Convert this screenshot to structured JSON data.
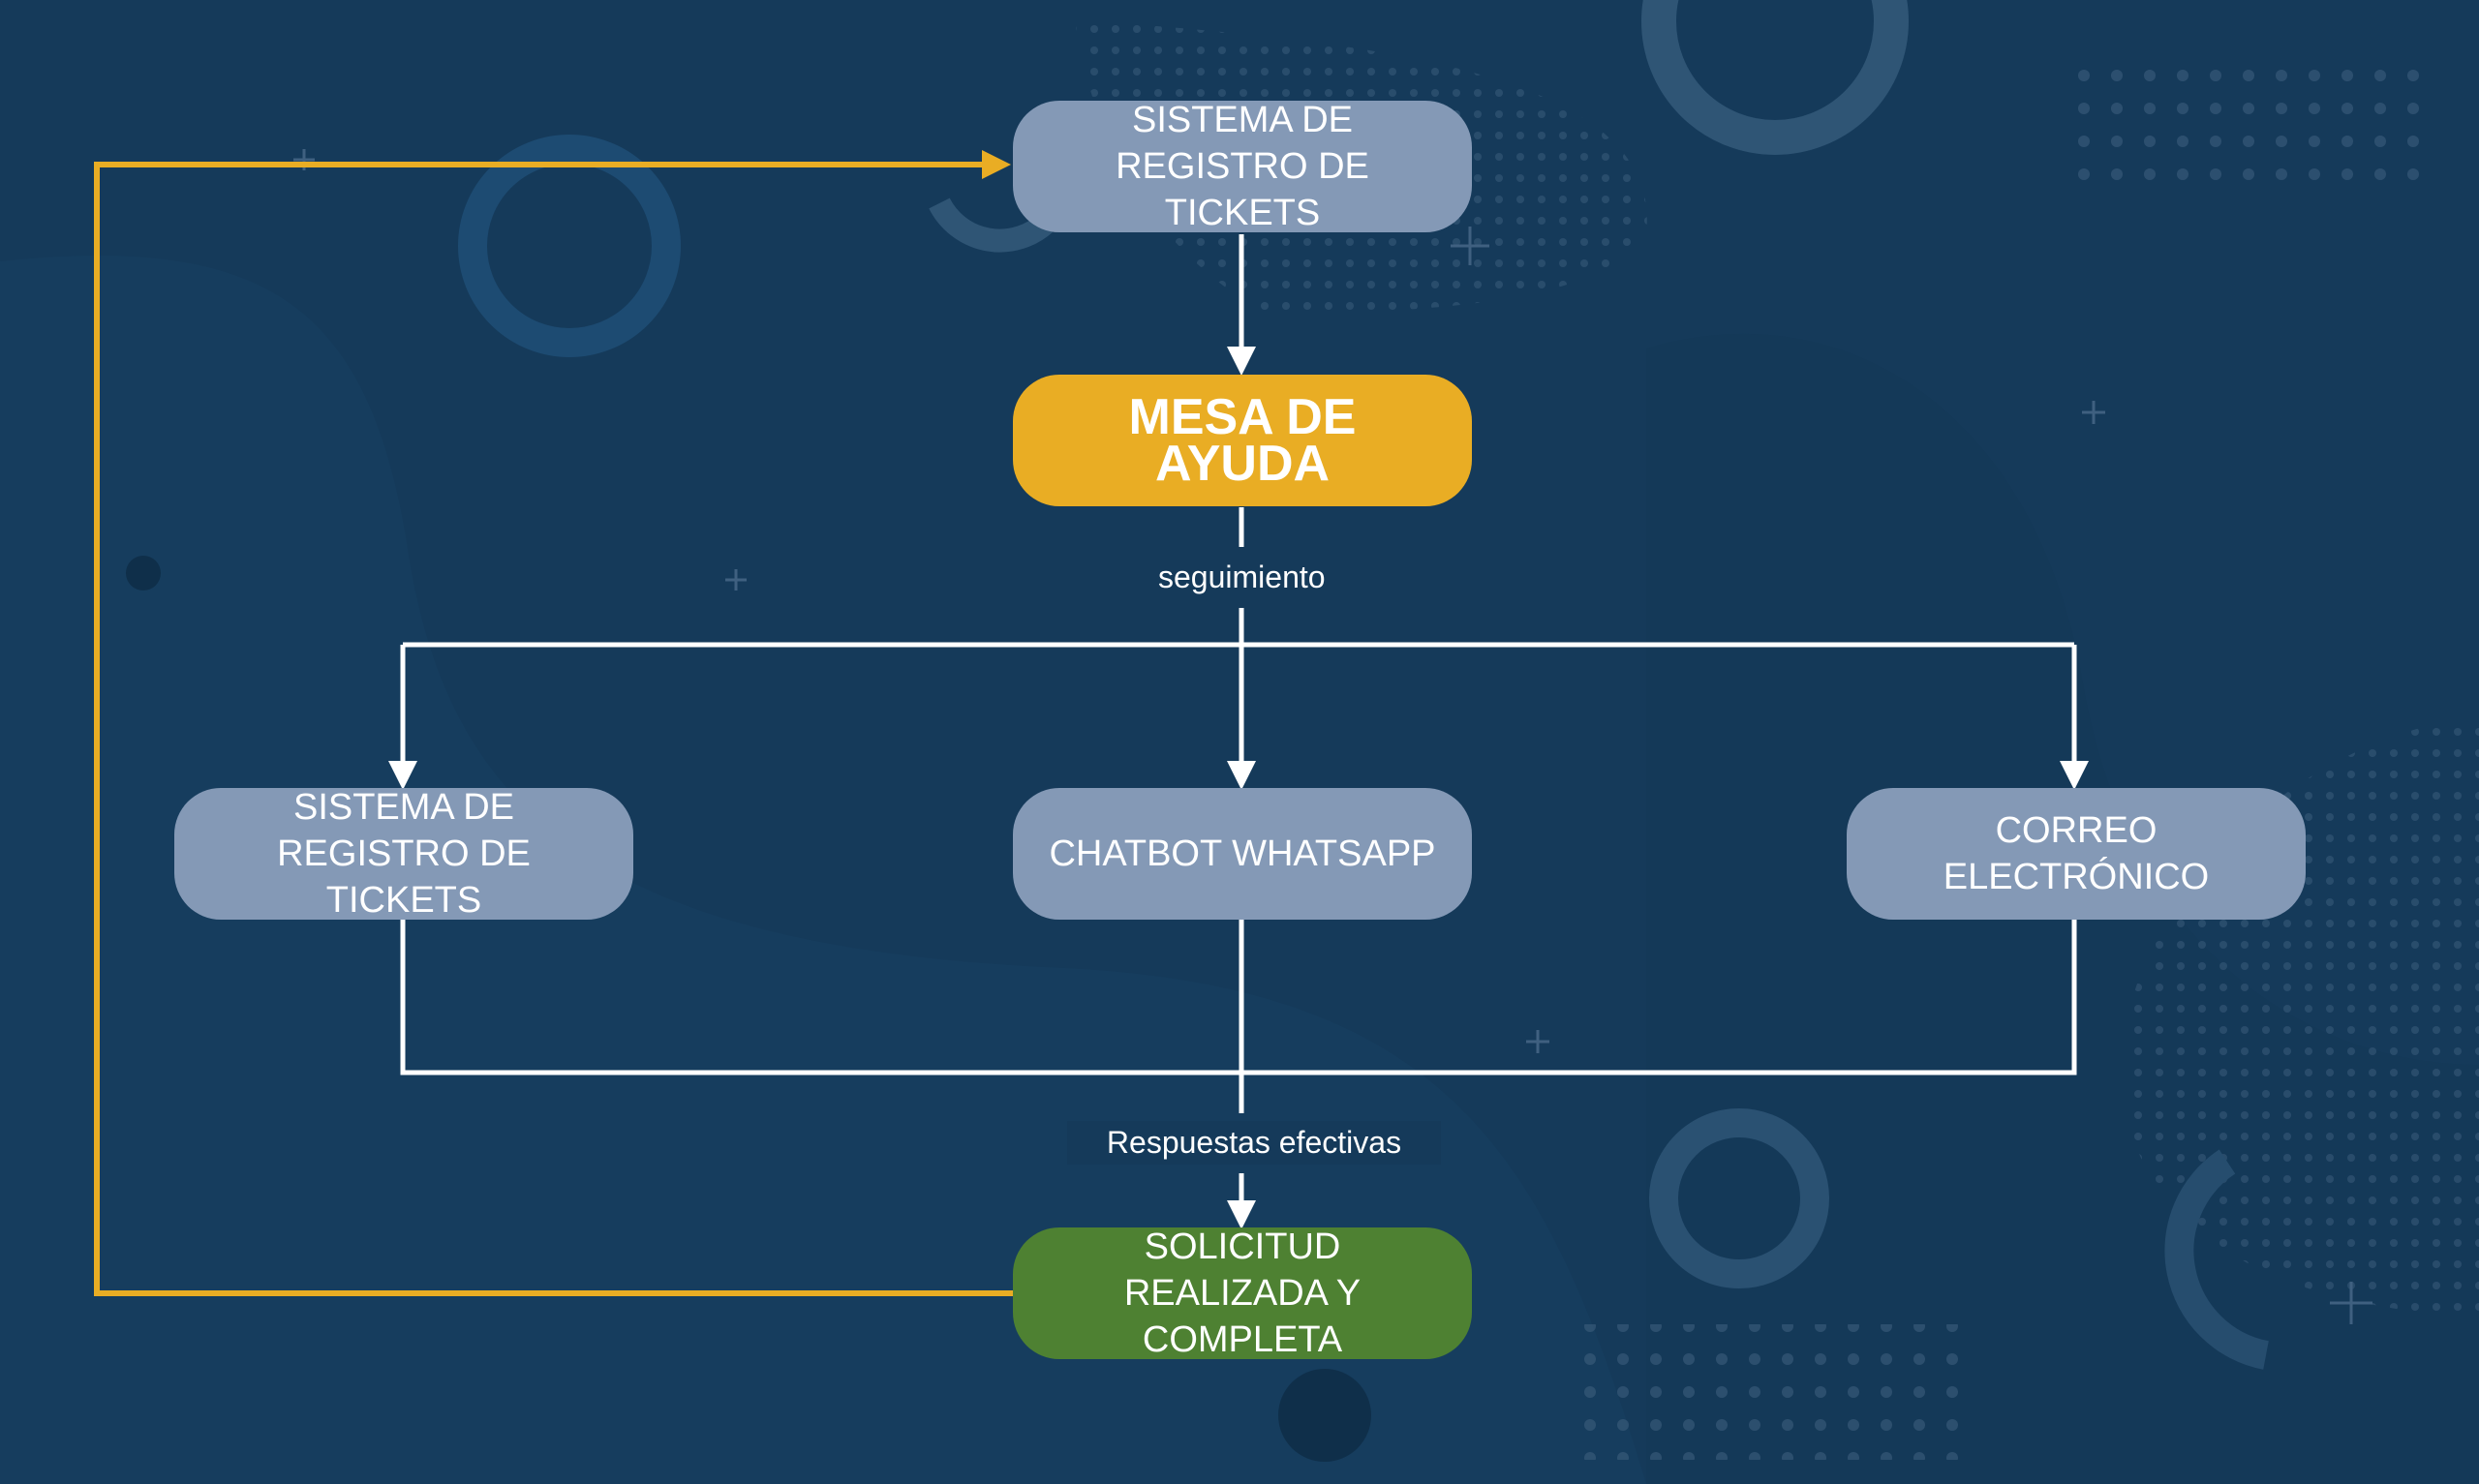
{
  "nodes": {
    "top_ticket": "SISTEMA DE REGISTRO DE TICKETS",
    "help_desk": "MESA DE AYUDA",
    "left_ticket": "SISTEMA DE REGISTRO DE TICKETS",
    "chatbot": "CHATBOT WHATSAPP",
    "email": "CORREO ELECTRÓNICO",
    "completed": "SOLICITUD REALIZADA Y COMPLETA"
  },
  "labels": {
    "followup": "seguimiento",
    "effective": "Respuestas efectivas"
  },
  "colors": {
    "background": "#153a5a",
    "node_grey": "#8499b6",
    "node_gold": "#e9ad24",
    "node_green": "#4e8132",
    "connector": "#ffffff",
    "feedback": "#e9ad24"
  }
}
